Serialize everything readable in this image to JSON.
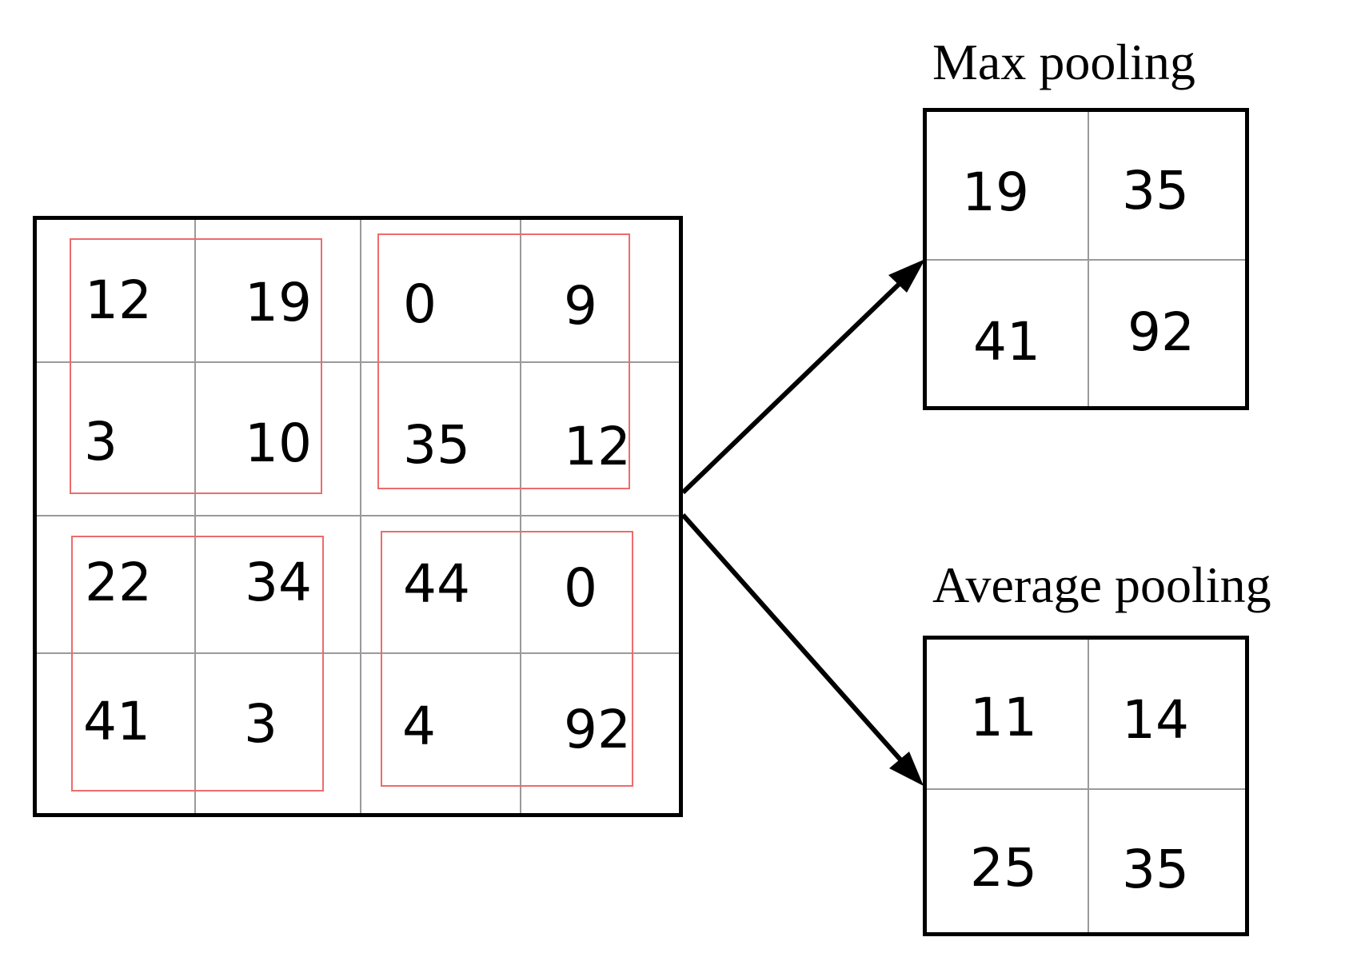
{
  "input_matrix": {
    "rows": [
      [
        "12",
        "19",
        "0",
        "9"
      ],
      [
        "3",
        "10",
        "35",
        "12"
      ],
      [
        "22",
        "34",
        "44",
        "0"
      ],
      [
        "41",
        "3",
        "4",
        "92"
      ]
    ]
  },
  "max_pooling": {
    "title": "Max pooling",
    "rows": [
      [
        "19",
        "35"
      ],
      [
        "41",
        "92"
      ]
    ]
  },
  "average_pooling": {
    "title": "Average pooling",
    "rows": [
      [
        "11",
        "14"
      ],
      [
        "25",
        "35"
      ]
    ]
  },
  "colors": {
    "window_border": "#ee6b6b",
    "grid_line": "#9a9a9a",
    "outline": "#000000"
  }
}
